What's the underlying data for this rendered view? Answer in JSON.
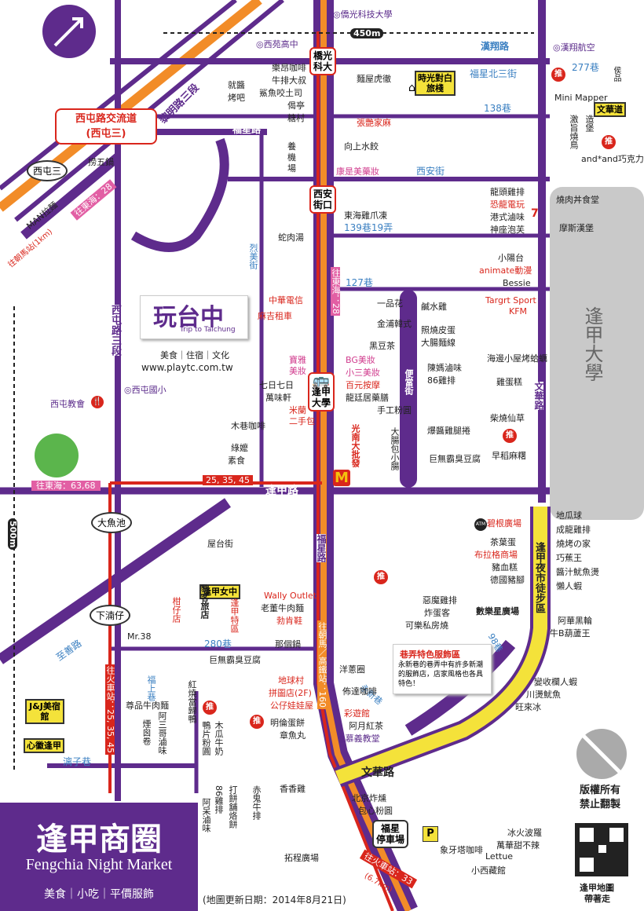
{
  "map": {
    "title": "逢甲商圈",
    "subtitle": "Fengchia Night Market",
    "tagline": "美食｜小吃｜平價服飾",
    "update_date": "(地圖更新日期：2014年8月21日)",
    "copyright_line1": "版權所有",
    "copyright_line2": "禁止翻製",
    "qr_caption_line1": "逢甲地圖",
    "qr_caption_line2": "帶著走"
  },
  "scale": {
    "horizontal": "450m",
    "vertical": "500m"
  },
  "brand": {
    "logo_text": "玩台中",
    "logo_en": "Trip to Taichung",
    "logo_tags": "美食｜住宿｜文化",
    "url": "www.playtc.com.tw"
  },
  "roads": {
    "hanxiang": "漢翔路",
    "fuxing": "福星路",
    "fuxing_v": "福星路",
    "fuxing_north3": "福星北三街",
    "lane138": "138巷",
    "xian": "西安街",
    "lane139": "139巷19弄",
    "lane127": "127巷",
    "fengjia": "逢甲路",
    "wenhua_v": "文華路",
    "wenhua_h": "文華路",
    "liming": "黎明路三段",
    "xitun": "西屯路三段",
    "xian_st": "西安街",
    "lie_mei": "烈美街",
    "bian_dang": "便當街",
    "lane280": "280巷",
    "zhishan": "至善路",
    "fushang": "福上巷",
    "lane_lizi": "漓子巷",
    "yongxin": "永新巷",
    "lane277": "277巷",
    "lane98": "98巷"
  },
  "landmarks": {
    "qiaoguang_univ": "◎僑光科技大學",
    "hanxiang_aero": "◎漢翔航空",
    "xiyuan_high": "◎西苑高中",
    "xitun_elem": "◎西屯國小",
    "xitun_church": "西屯教會",
    "fengjia_univ": "逢甲大學",
    "xitun_jct_line1": "西屯路交流道",
    "xitun_jct_line2": "(西屯三)",
    "xitun3": "西屯三",
    "yin_church": "◎慕義教堂",
    "fengchia_night_market": "逢甲夜市徒步區",
    "qiaoguang_sta_line1": "橋光",
    "qiaoguang_sta_line2": "科大",
    "xian_jk_line1": "西安",
    "xian_jk_line2": "街口",
    "fengjia_sta_line1": "逢甲",
    "fengjia_sta_line2": "大學",
    "dayuchi": "大魚池",
    "xiaqingzai": "下湳仔",
    "fuxing_parking_line1": "福星",
    "fuxing_parking_line2": "停車場",
    "guoren_plaza": "碧根廣場",
    "wutai_jie": "屋台街",
    "tuo_cheng": "拓程廣場",
    "nv_zhong": "逢甲女中"
  },
  "bus": {
    "to_donghai_28_1": "往東海：28",
    "to_donghai_28_2": "往東海：28",
    "to_donghai_6368": "往東海：63,68",
    "route_253545": "25, 35, 45",
    "to_chaoma": "往朝馬／高鐵站：160",
    "to_train": "往火車站：25, 35, 45",
    "to_train2": "往火車站：33",
    "to_chaoma_station": "往朝馬站(1km)",
    "dist_67": "(6.7km)"
  },
  "shops_north": [
    "樂昂咖啡",
    "牛排大叔",
    "鯊魚咬土司",
    "偈亭",
    "糖村",
    "麵屋虎徹",
    "張艷家麻",
    "就醬",
    "烤吧",
    "向上水餃",
    "康是美藥妝",
    "東海雞爪凍",
    "蛇肉湯",
    "養",
    "機",
    "場",
    "捞五鍋",
    "MAN拉麵"
  ],
  "shops_center": [
    "中華電信",
    "麻吉租車",
    "寶雅",
    "美妝",
    "七日七日",
    "萬味軒",
    "米蘭",
    "二手包",
    "BG美妝",
    "小三美妝",
    "百元按摩",
    "龍廷居藥膳",
    "木巷咖啡",
    "綠嬤",
    "素食",
    "一品花",
    "金浦韓式",
    "黑豆茶",
    "手工粉圓",
    "大腸包小腸",
    "光南大批發"
  ],
  "shops_east": [
    "龍頭雞排",
    "恐龍電玩",
    "港式滷味",
    "神座泡芙",
    "小陽台",
    "animate動漫",
    "Bessie",
    "Targrt Sport",
    "KFM",
    "鹹水雞",
    "照燒皮蛋",
    "大腸麵線",
    "海邊小屋烤蛤蠣",
    "陳媽滷味",
    "86雞排",
    "雞蛋糕",
    "柴燒仙草",
    "爆醬雞腿捲",
    "早稻麻糬",
    "巨無霸臭豆腐",
    "燒肉丼食堂",
    "摩斯漢堡",
    "Mini Mapper",
    "文華道",
    "and*and巧克力",
    "造堡",
    "激旨燒鳥",
    "時光對白旅棧",
    "侯品"
  ],
  "shops_south": [
    "地瓜球",
    "成龍雞排",
    "燒烤の家",
    "巧蕉王",
    "醬汁魷魚燙",
    "懶人蝦",
    "阿華黑輪",
    "牛B葫蘆王",
    "茶葉蛋",
    "布拉格商場",
    "豬血糕",
    "德國豬腳",
    "惡魔雞排",
    "炸蛋客",
    "可樂私房燒",
    "數樂星廣場",
    "變收欄人蝦",
    "川燙魷魚",
    "旺來冰",
    "冰火波羅",
    "萬華甜不辣",
    "Lettue",
    "小西藏館",
    "象牙塔咖啡",
    "北京炸燻",
    "包心粉圓",
    "香香雞",
    "章魚丸",
    "明倫蛋餅",
    "阿月紅茶",
    "彩遊館",
    "佈達咖啡",
    "洋蔥圈",
    "公仔娃娃屋",
    "拼圖店(2F)",
    "地球村",
    "那個鍋",
    "巨無霸臭豆腐",
    "勃肯鞋",
    "老董牛肉麵",
    "Wally Outlet",
    "柑仔店",
    "黎客旅店",
    "逢甲特區",
    "Mr.38",
    "尊品牛肉麵",
    "阿三哥滷味",
    "煙囪卷",
    "紅燒當歸鴨",
    "鴨片粉圓",
    "木瓜牛奶",
    "86雞排",
    "打餅舖烙餅",
    "赤鬼牛排",
    "阿呆滷味",
    "J&J美宿館",
    "心徽逢甲"
  ],
  "alley": {
    "title": "巷弄特色服飾區",
    "desc": "永新巷的巷弄中有許多新潮的服飾店，店家風格也各具特色！"
  },
  "colors": {
    "purple": "#5e2b8c",
    "red": "#d9261c",
    "orange": "#f28c28",
    "yellow": "#f4e23a",
    "gray": "#c9c9c9",
    "pink": "#e25fa4",
    "blue": "#3a7fc1",
    "green": "#5bb54c"
  },
  "icons": [
    "compass-north-icon",
    "bus-icon",
    "parking-icon",
    "atm-icon",
    "recommend-icon",
    "mcdonalds-icon",
    "no-copy-icon",
    "qr-code-icon",
    "house-icon",
    "restaurant-icon",
    "seven-eleven-icon"
  ]
}
